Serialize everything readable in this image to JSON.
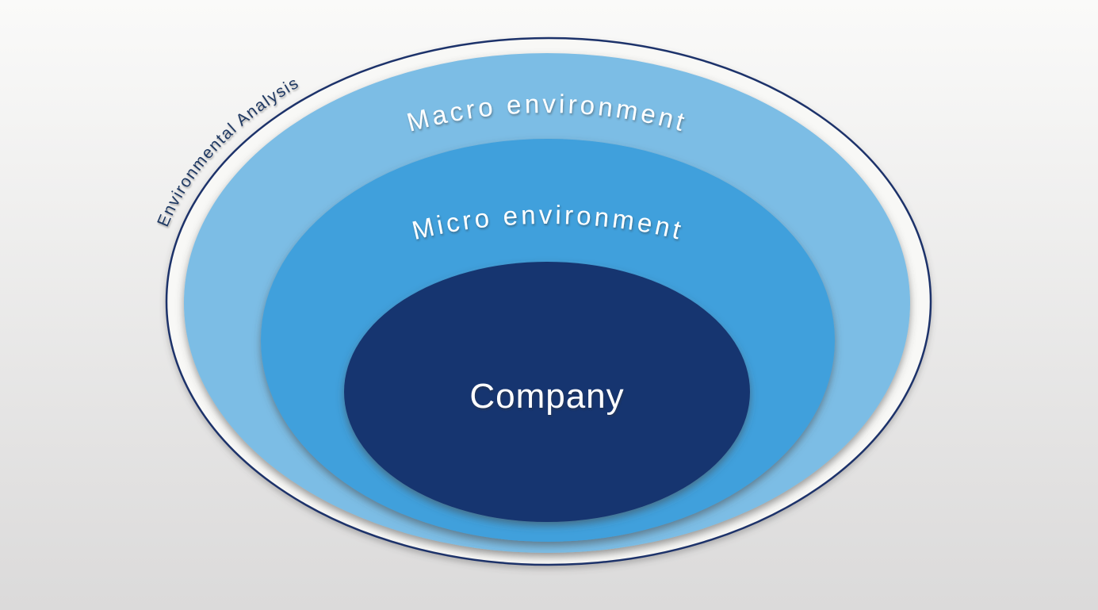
{
  "diagram": {
    "title": "Environmental Analysis",
    "layers": [
      {
        "id": "macro",
        "label": "Macro environment",
        "fill": "#7cbde5"
      },
      {
        "id": "micro",
        "label": "Micro environment",
        "fill": "#3fa0dc"
      },
      {
        "id": "company",
        "label": "Company",
        "fill": "#14356f"
      }
    ],
    "colors": {
      "background_top": "#fafaf9",
      "background_bottom": "#dbdada",
      "outer_ring_fill": "#f8f8f6",
      "outline": "#1e336b",
      "title_text": "#1f3864",
      "label_text": "#ffffff"
    }
  }
}
